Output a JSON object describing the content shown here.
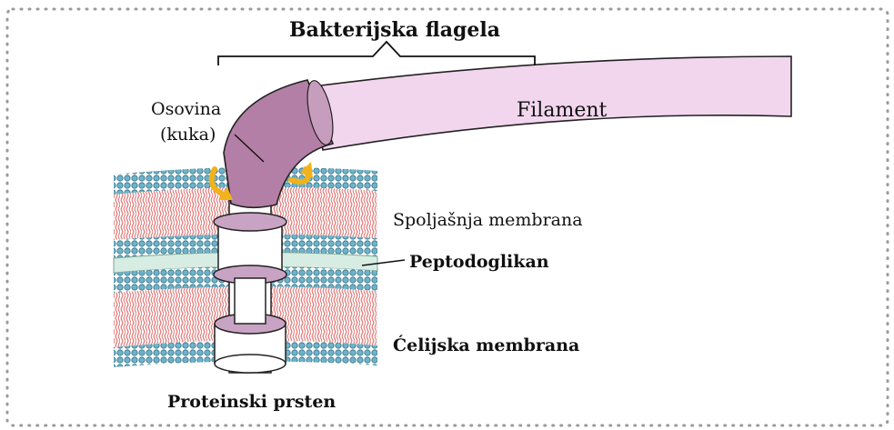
{
  "title": "Bakterijska flagela",
  "labels": {
    "filament": "Filament",
    "hook_line1": "Osovina",
    "hook_line2": "(kuka)",
    "outer_membrane": "Spoljašnja membrana",
    "peptidoglycan": "Peptodoglikan",
    "cell_membrane": "Ćelijska membrana",
    "protein_ring": "Proteinski prsten"
  },
  "colors": {
    "frame_dots": "#9a9a9a",
    "filament_fill": "#f2d6ee",
    "hook_fill": "#b37fa6",
    "ring_fill": "#c9a3c4",
    "arrow": "#f2b21b",
    "lipid_head": "#6fb3c9",
    "lipid_tail": "#e57a7a",
    "peptidoglycan_band": "#d7ece2"
  }
}
